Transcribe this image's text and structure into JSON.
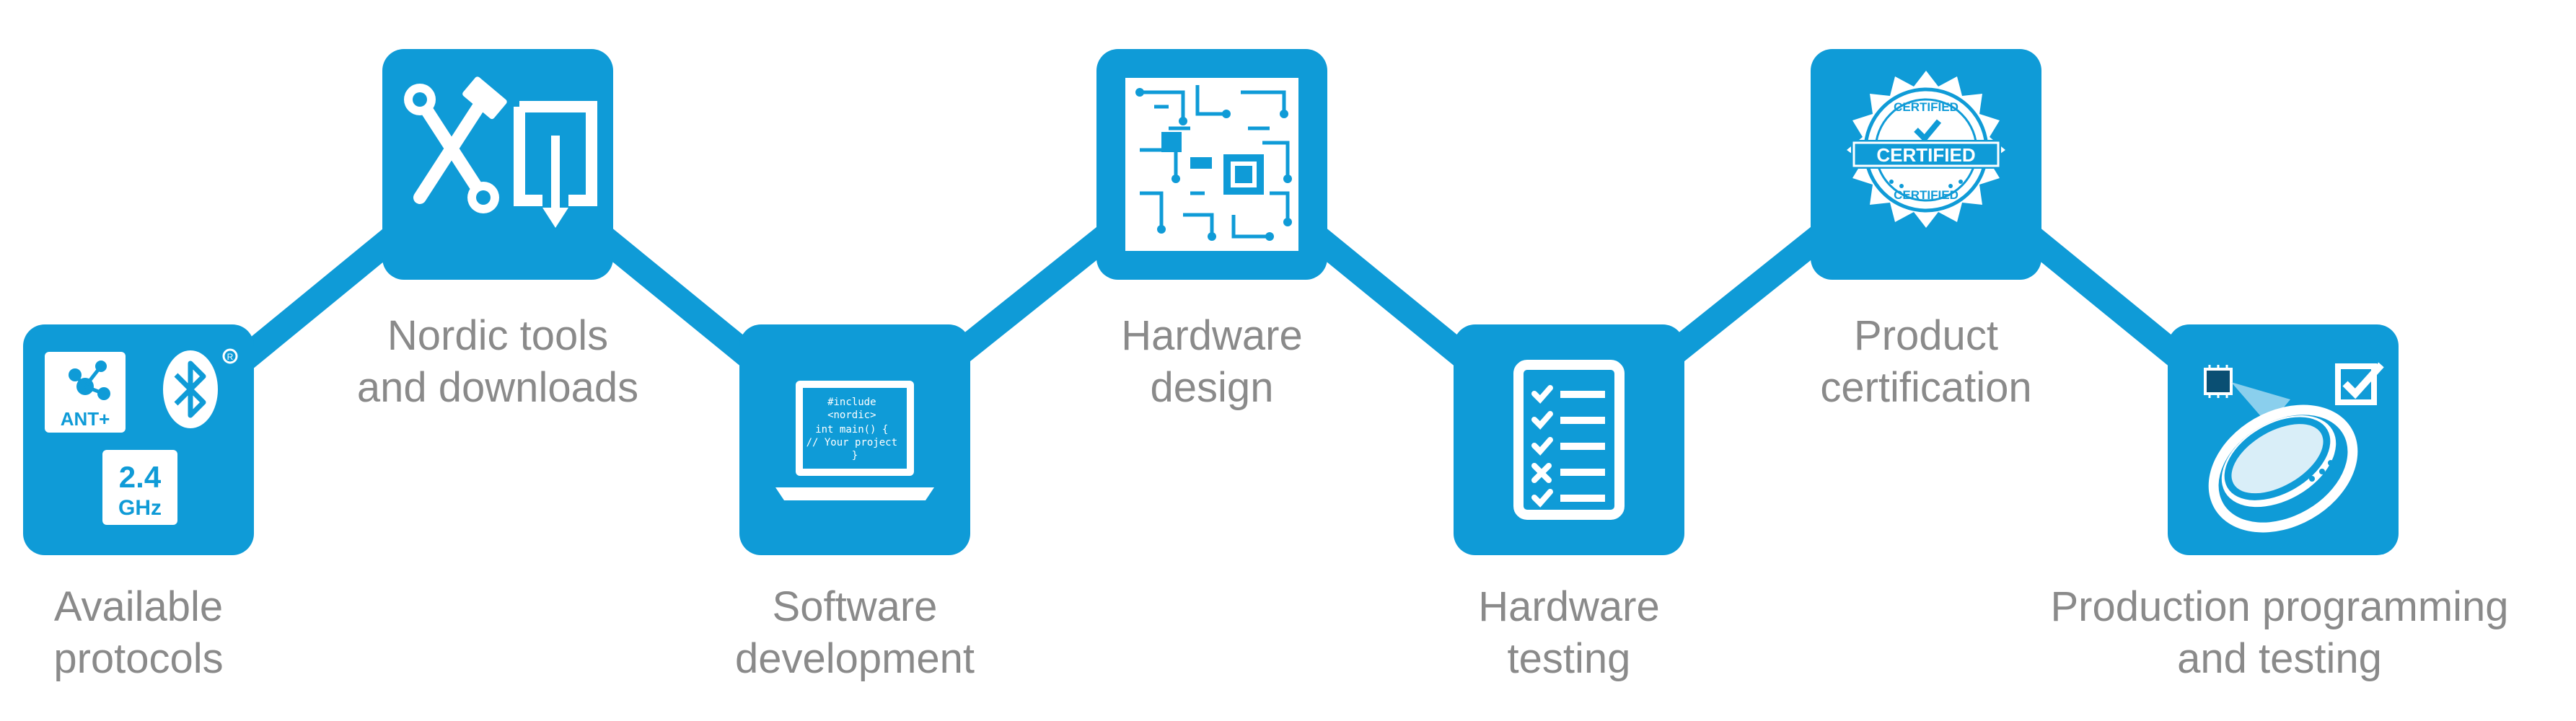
{
  "colors": {
    "accent": "#0f9bd7",
    "label": "#8a8a8a",
    "background": "#ffffff"
  },
  "steps": [
    {
      "id": "available-protocols",
      "icon": "protocols-icon",
      "icon_text": {
        "ant": "ANT+",
        "ghz_top": "2.4",
        "ghz_bottom": "GHz"
      },
      "label": [
        "Available",
        "protocols"
      ]
    },
    {
      "id": "nordic-tools",
      "icon": "tools-download-icon",
      "label": [
        "Nordic tools",
        "and downloads"
      ]
    },
    {
      "id": "software-development",
      "icon": "laptop-code-icon",
      "icon_text": {
        "code": [
          "#include",
          "<nordic>",
          "int main() {",
          "// Your project",
          "}"
        ]
      },
      "label": [
        "Software",
        "development"
      ]
    },
    {
      "id": "hardware-design",
      "icon": "circuit-board-icon",
      "label": [
        "Hardware",
        "design"
      ]
    },
    {
      "id": "hardware-testing",
      "icon": "checklist-icon",
      "label": [
        "Hardware",
        "testing"
      ]
    },
    {
      "id": "product-certification",
      "icon": "certified-seal-icon",
      "icon_text": {
        "seal": "CERTIFIED"
      },
      "label": [
        "Product",
        "certification"
      ]
    },
    {
      "id": "production",
      "icon": "ring-device-icon",
      "label": [
        "Production programming",
        "and testing"
      ]
    }
  ]
}
